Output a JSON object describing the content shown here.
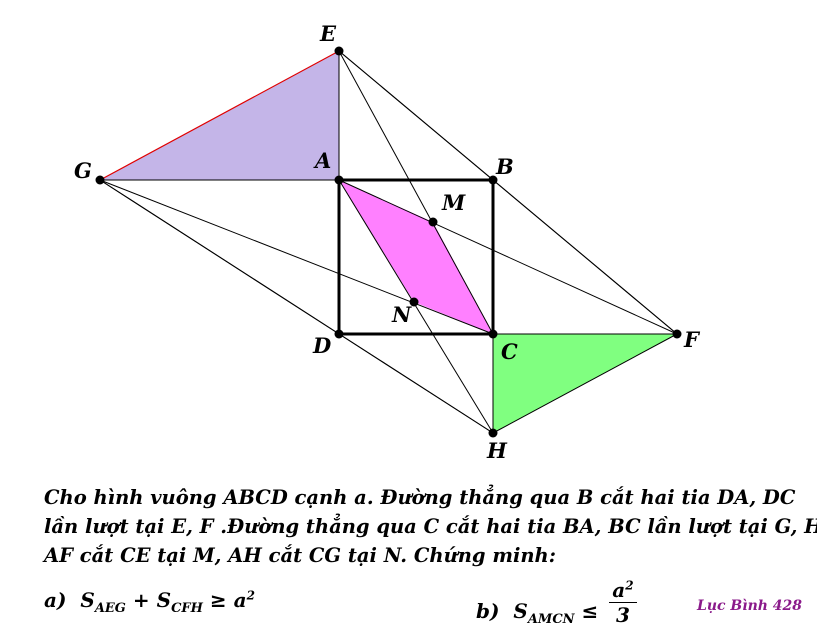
{
  "figure": {
    "points": {
      "E": "E",
      "A": "A",
      "B": "B",
      "G": "G",
      "M": "M",
      "N": "N",
      "D": "D",
      "C": "C",
      "F": "F",
      "H": "H"
    },
    "colors": {
      "triangle_AEG": "#c4b5e8",
      "triangle_CFH": "#80ff80",
      "quad_AMCN": "#ff80ff",
      "segment_EG": "#e00000",
      "lines": "#000000"
    }
  },
  "problem": {
    "line1": "Cho hình vuông ABCD cạnh a. Đường thẳng qua B cắt hai tia DA, DC",
    "line2": "lần lượt tại E, F .Đường thẳng qua C cắt hai tia BA, BC lần lượt tại G, H.",
    "line3": "AF cắt CE tại M, AH cắt CG tại N. Chứng minh:"
  },
  "part_a": {
    "label": "a)",
    "s1": "S",
    "s1_sub": "AEG",
    "plus": "+",
    "s2": "S",
    "s2_sub": "CFH",
    "geq": "≥",
    "rhs": "a",
    "rhs_sup": "2"
  },
  "part_b": {
    "label": "b)",
    "s": "S",
    "s_sub": "AMCN",
    "leq": "≤",
    "num": "a",
    "num_sup": "2",
    "den": "3"
  },
  "signature": "Lục Bình 428"
}
